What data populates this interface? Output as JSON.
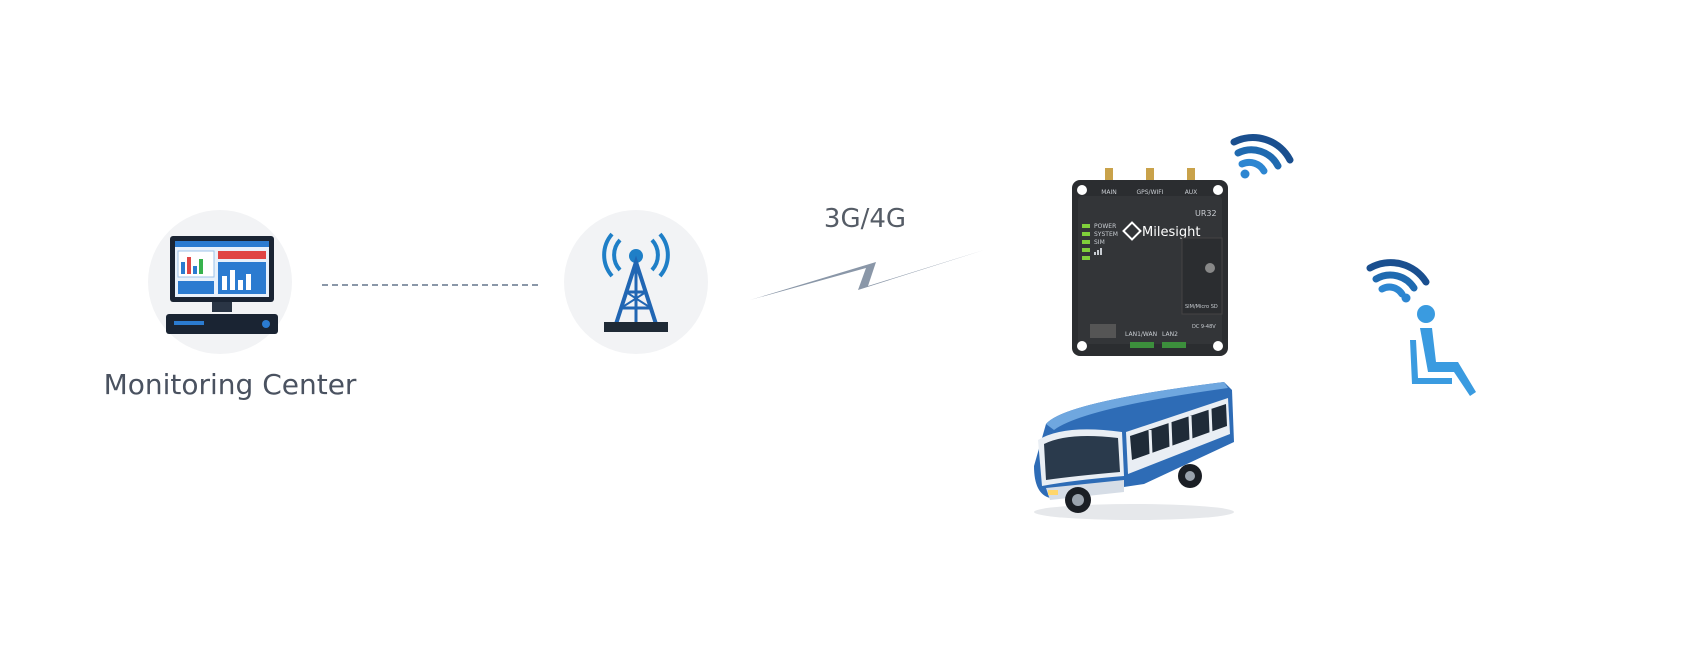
{
  "monitoring_center": {
    "label": "Monitoring Center"
  },
  "network": {
    "label": "3G/4G"
  },
  "router": {
    "brand": "Milesight",
    "model": "UR32",
    "antennas": [
      "MAIN",
      "GPS/WIFI",
      "AUX"
    ],
    "leds": [
      "POWER",
      "SYSTEM",
      "SIM"
    ],
    "ports": [
      "LAN1/WAN",
      "LAN2"
    ],
    "sim_label": "SIM/Micro SD",
    "power_label": "DC 9-48V"
  },
  "colors": {
    "accent_blue": "#1f7fc7",
    "dark_blue": "#1a4f8f",
    "link_gray": "#8a97a8"
  },
  "icons": [
    "computer-icon",
    "cell-tower-icon",
    "lightning-signal-icon",
    "router-device",
    "wifi-icon",
    "bus-image",
    "seated-passenger-icon"
  ]
}
